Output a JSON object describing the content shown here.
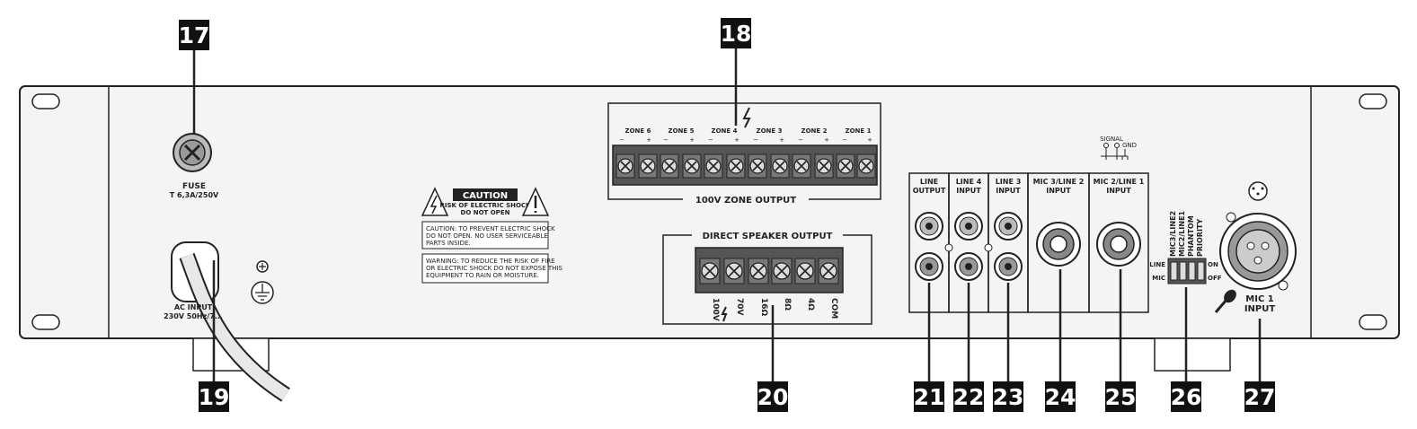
{
  "callouts": [
    "17",
    "18",
    "19",
    "20",
    "21",
    "22",
    "23",
    "24",
    "25",
    "26",
    "27"
  ],
  "fuse": {
    "title": "FUSE",
    "rating": "T 6,3A/250V"
  },
  "ac_input": {
    "title": "AC INPUT",
    "spec": "230V 50Hz/7..."
  },
  "caution": {
    "header": "CAUTION",
    "sub1": "RISK OF ELECTRIC SHOCK",
    "sub2": "DO NOT OPEN",
    "box1_line1": "CAUTION: TO PREVENT ELECTRIC SHOCK",
    "box1_line2": "DO NOT OPEN. NO USER SERVICEABLE",
    "box1_line3": "PARTS INSIDE.",
    "box2_line1": "WARNING: TO REDUCE THE RISK OF FIRE",
    "box2_line2": "OR ELECTRIC SHOCK DO NOT EXPOSE THIS",
    "box2_line3": "EQUIPMENT TO RAIN OR MOISTURE."
  },
  "zone_output": {
    "title": "100V ZONE OUTPUT",
    "zones": [
      "ZONE 6",
      "ZONE 5",
      "ZONE 4",
      "ZONE 3",
      "ZONE 2",
      "ZONE 1"
    ],
    "minus": "−",
    "plus": "+"
  },
  "direct_speaker": {
    "title": "DIRECT SPEAKER OUTPUT",
    "taps": [
      "100V",
      "70V",
      "16Ω",
      "8Ω",
      "4Ω",
      "COM"
    ]
  },
  "inputs": {
    "line_output": [
      "LINE",
      "OUTPUT"
    ],
    "line4": [
      "LINE 4",
      "INPUT"
    ],
    "line3": [
      "LINE 3",
      "INPUT"
    ],
    "mic3": [
      "MIC 3/LINE 2",
      "INPUT"
    ],
    "mic2": [
      "MIC 2/LINE 1",
      "INPUT"
    ],
    "mic1": [
      "MIC 1",
      "INPUT"
    ]
  },
  "signal": {
    "title": "SIGNAL",
    "gnd": "GND"
  },
  "dip": {
    "labels": [
      "MIC3/LINE2",
      "MIC2/LINE1",
      "PHANTOM",
      "PRIORITY"
    ],
    "line": "LINE",
    "mic": "MIC",
    "on": "ON",
    "off": "OFF"
  }
}
